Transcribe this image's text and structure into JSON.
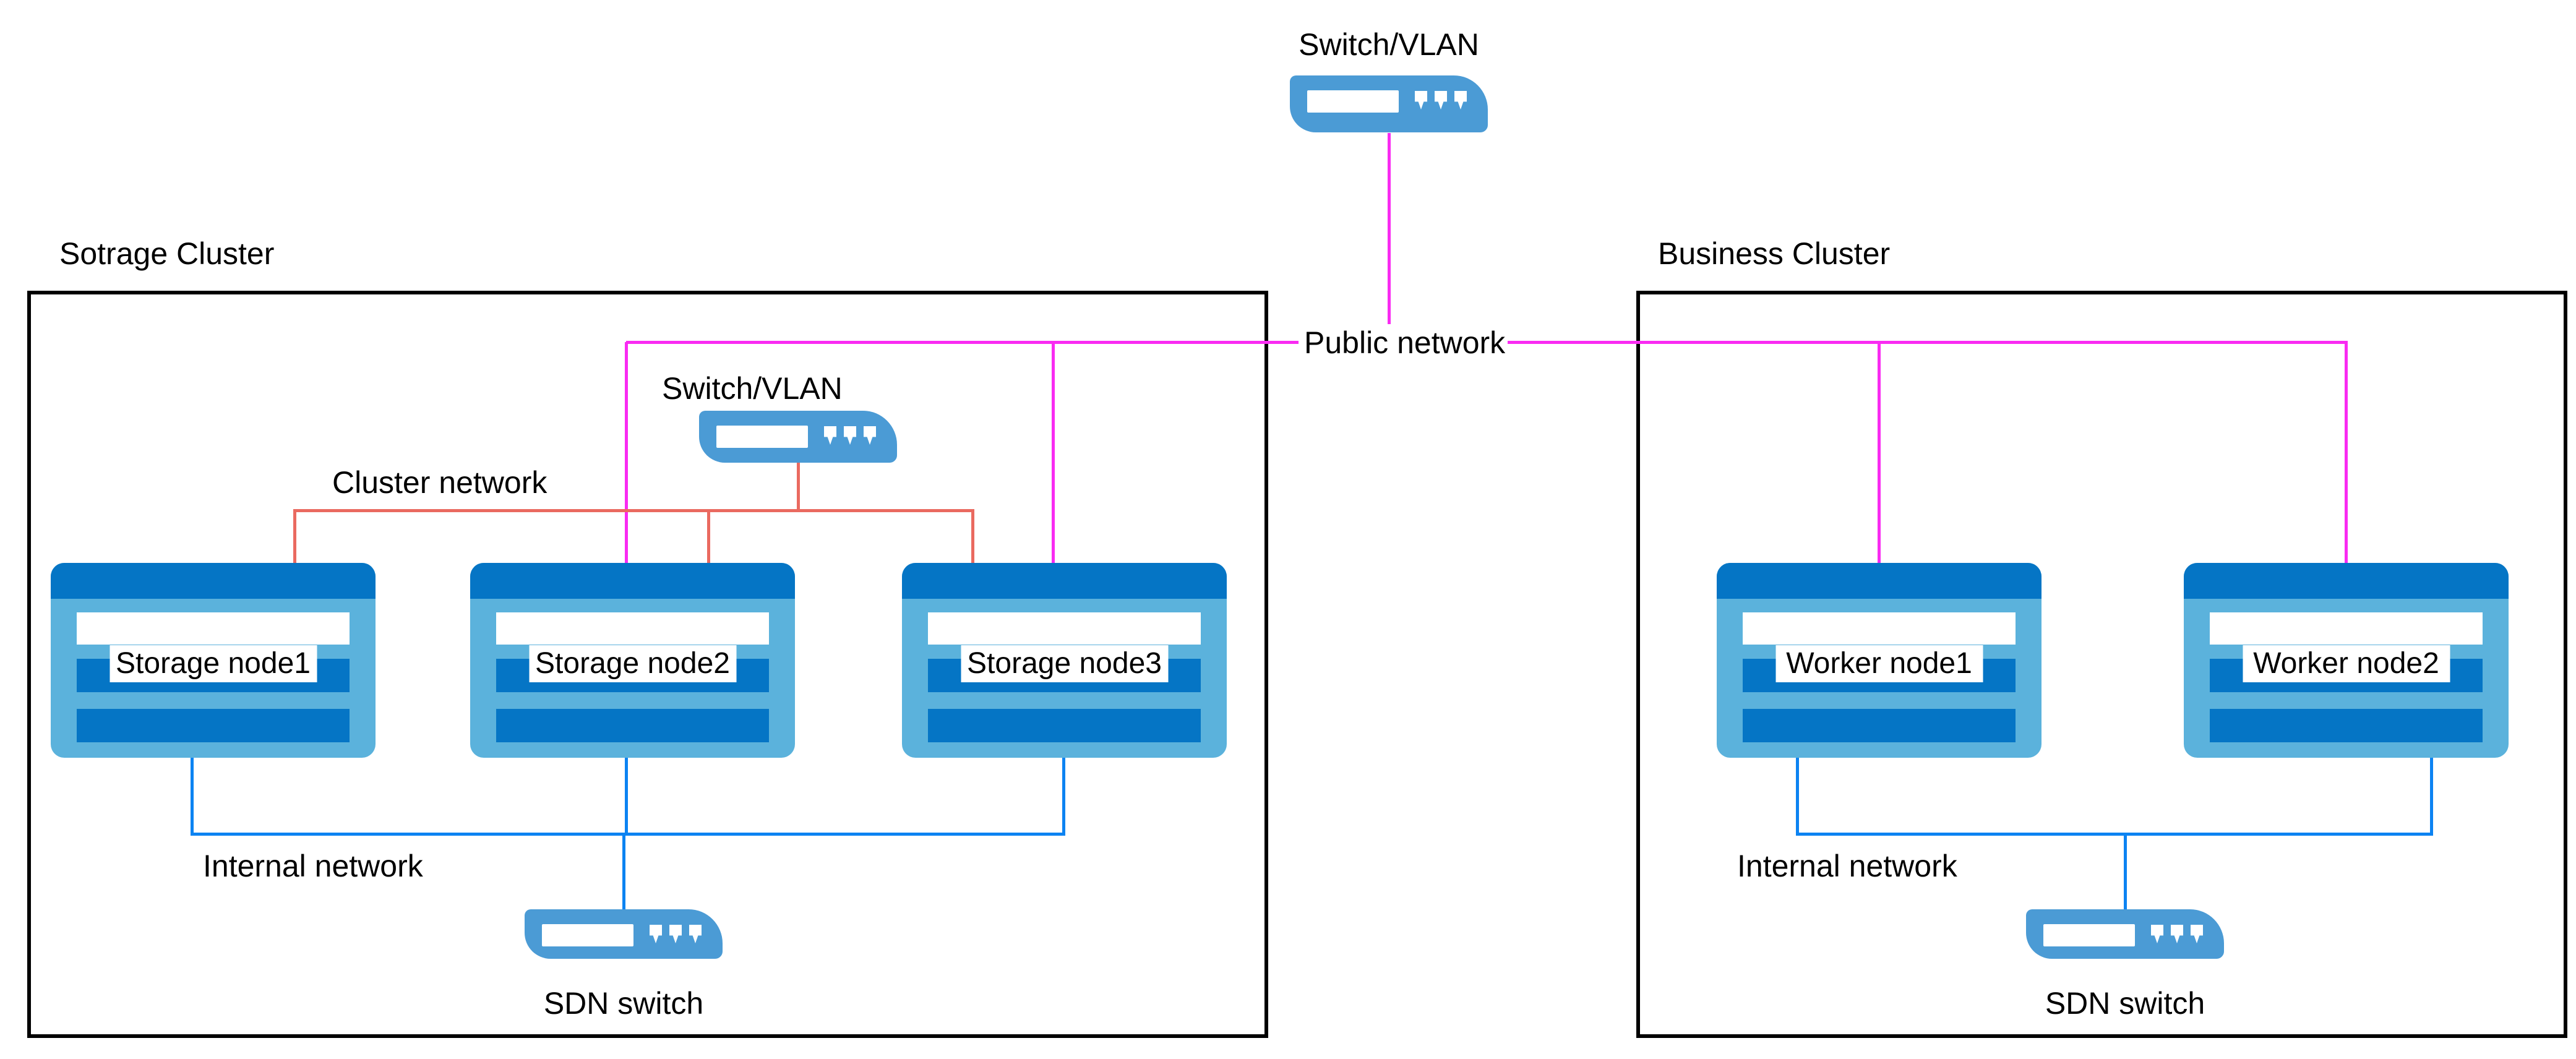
{
  "colors": {
    "magenta": "#F92BF2",
    "red": "#EA6A60",
    "blue": "#0C83F2",
    "switch_blue": "#4B9BD5",
    "node_dark": "#0575C5",
    "node_light": "#5BB2DC"
  },
  "top_switch": {
    "label": "Switch/VLAN"
  },
  "labels": {
    "public_network": "Public network"
  },
  "storage": {
    "title": "Sotrage Cluster",
    "switch_label": "Switch/VLAN",
    "cluster_network_label": "Cluster network",
    "internal_network_label": "Internal network",
    "sdn_label": "SDN switch",
    "nodes": [
      "Storage node1",
      "Storage node2",
      "Storage node3"
    ]
  },
  "business": {
    "title": "Business Cluster",
    "internal_network_label": "Internal network",
    "sdn_label": "SDN switch",
    "nodes": [
      "Worker node1",
      "Worker node2"
    ]
  }
}
